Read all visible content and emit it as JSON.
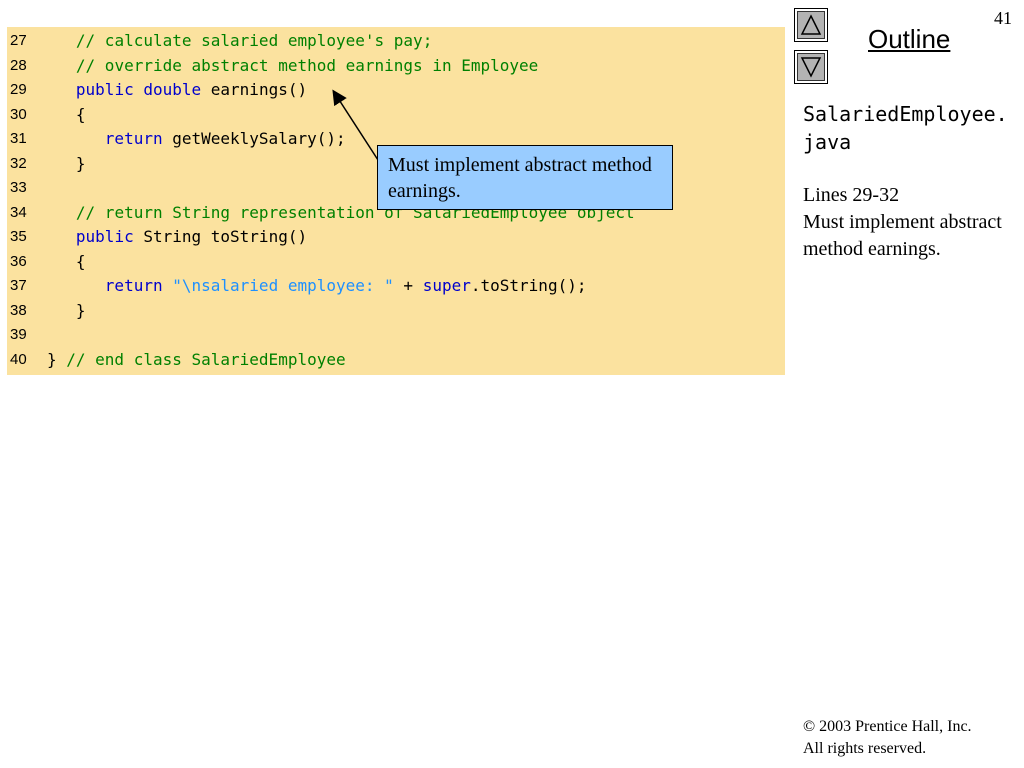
{
  "slide_number": "41",
  "outline_link": "Outline",
  "nav": {
    "up_icon": "triangle-up",
    "down_icon": "triangle-down"
  },
  "code_lines": [
    {
      "n": "27",
      "parts": [
        {
          "t": "   "
        },
        {
          "t": "// calculate salaried employee's pay;",
          "c": "c"
        }
      ]
    },
    {
      "n": "28",
      "parts": [
        {
          "t": "   "
        },
        {
          "t": "// override abstract method earnings in Employee",
          "c": "c"
        }
      ]
    },
    {
      "n": "29",
      "parts": [
        {
          "t": "   "
        },
        {
          "t": "public",
          "c": "k"
        },
        {
          "t": " "
        },
        {
          "t": "double",
          "c": "k"
        },
        {
          "t": " earnings()"
        }
      ]
    },
    {
      "n": "30",
      "parts": [
        {
          "t": "   {"
        }
      ]
    },
    {
      "n": "31",
      "parts": [
        {
          "t": "      "
        },
        {
          "t": "return",
          "c": "k"
        },
        {
          "t": " getWeeklySalary();"
        }
      ]
    },
    {
      "n": "32",
      "parts": [
        {
          "t": "   }"
        }
      ]
    },
    {
      "n": "33",
      "parts": []
    },
    {
      "n": "34",
      "parts": [
        {
          "t": "   "
        },
        {
          "t": "// return String representation of SalariedEmployee object",
          "c": "c"
        }
      ]
    },
    {
      "n": "35",
      "parts": [
        {
          "t": "   "
        },
        {
          "t": "public",
          "c": "k"
        },
        {
          "t": " String toString()"
        }
      ]
    },
    {
      "n": "36",
      "parts": [
        {
          "t": "   {"
        }
      ]
    },
    {
      "n": "37",
      "parts": [
        {
          "t": "      "
        },
        {
          "t": "return",
          "c": "k"
        },
        {
          "t": " "
        },
        {
          "t": "\"\\nsalaried employee: \"",
          "c": "s"
        },
        {
          "t": " + "
        },
        {
          "t": "super",
          "c": "k"
        },
        {
          "t": ".toString();"
        }
      ]
    },
    {
      "n": "38",
      "parts": [
        {
          "t": "   }"
        }
      ]
    },
    {
      "n": "39",
      "parts": []
    },
    {
      "n": "40",
      "parts": [
        {
          "t": "} "
        },
        {
          "t": "// end class SalariedEmployee",
          "c": "c"
        }
      ]
    }
  ],
  "callout_text": "Must implement abstract method earnings.",
  "filename": "SalariedEmployee.java",
  "side_note": {
    "lines": "Lines 29-32",
    "text": "Must implement abstract method earnings."
  },
  "copyright": {
    "line1": "© 2003 Prentice Hall, Inc.",
    "line2": "All rights reserved."
  },
  "colors": {
    "code_bg": "#fbe29f",
    "callout_bg": "#99ccff",
    "comment": "#008000",
    "keyword": "#0000cc",
    "string": "#1e90ff"
  }
}
